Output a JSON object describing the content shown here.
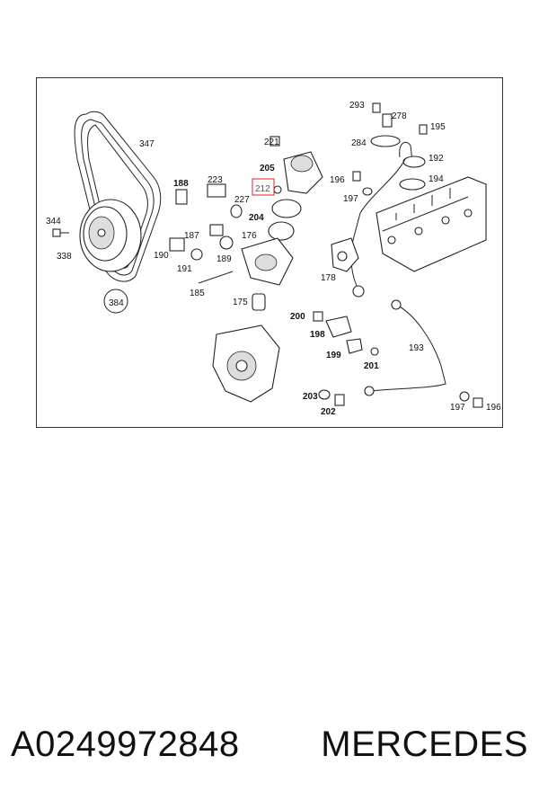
{
  "diagram": {
    "callouts": [
      "347",
      "344",
      "338",
      "384",
      "188",
      "223",
      "227",
      "187",
      "190",
      "191",
      "189",
      "185",
      "221",
      "205",
      "212",
      "204",
      "176",
      "175",
      "293",
      "278",
      "195",
      "284",
      "192",
      "196",
      "197",
      "194",
      "178",
      "200",
      "198",
      "199",
      "201",
      "193",
      "203",
      "202",
      "197",
      "196"
    ],
    "highlighted_callout": "212",
    "highlight_color": "#e0202a"
  },
  "caption": {
    "part_number": "A0249972848",
    "brand": "MERCEDES"
  }
}
